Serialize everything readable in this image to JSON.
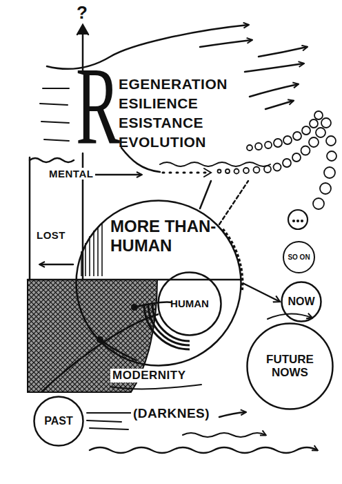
{
  "diagram": {
    "nodes": [
      {
        "text": [
          "MORE THAN-HUMAN"
        ]
      },
      {
        "text": [
          "HUMAN"
        ],
        "in": 0
      },
      {
        "text": [
          "SO ON"
        ]
      },
      {
        "text": [
          "NOW"
        ]
      },
      {
        "text": [
          "FUTURE NOWS"
        ]
      },
      {
        "text": [
          "PAST"
        ]
      }
    ],
    "edges": [
      {
        "from": 0,
        "to": 3,
        "arrow": "to"
      }
    ],
    "labels": [
      "?",
      "R",
      "EGENERATION",
      "ESILIENCE",
      "ESISTANCE",
      "EVOLUTION",
      "MENTAL",
      "LOST",
      "MODERNITY",
      "(DARKNES)"
    ]
  }
}
